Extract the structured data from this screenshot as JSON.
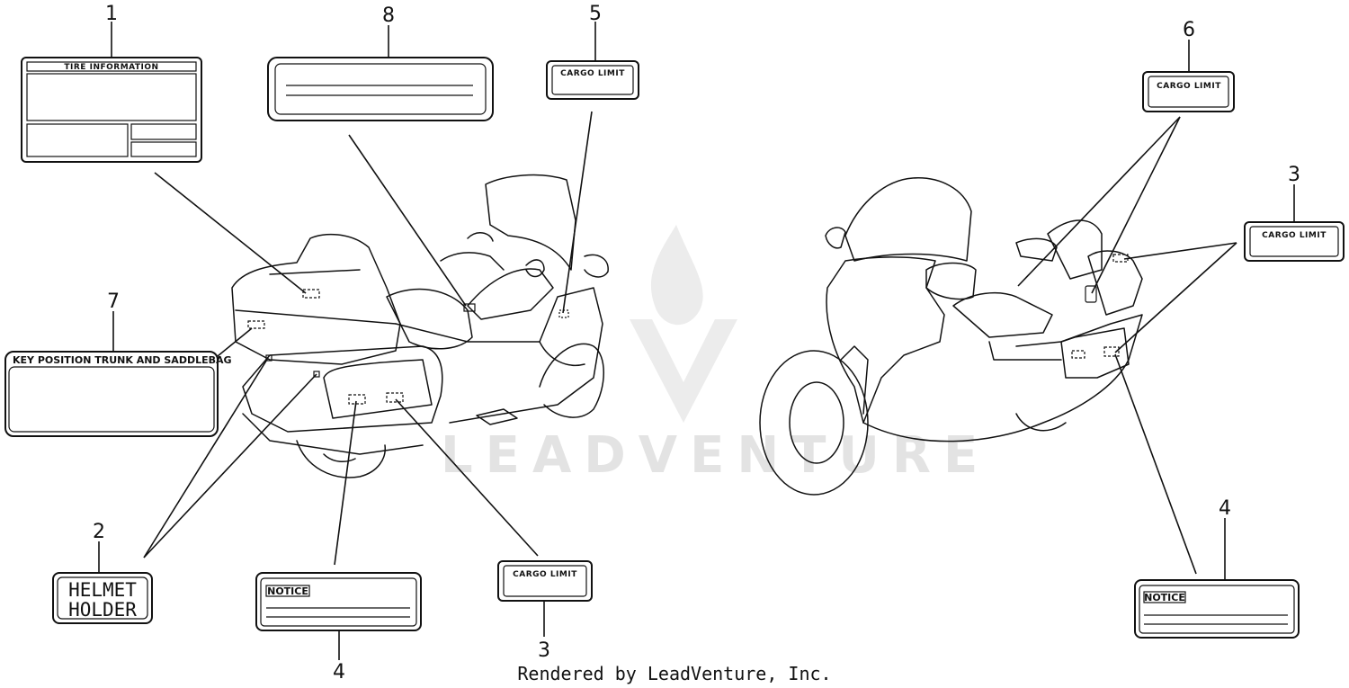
{
  "diagram": {
    "callout_numbers": {
      "c1": "1",
      "c8": "8",
      "c5": "5",
      "c6": "6",
      "c3_right": "3",
      "c7": "7",
      "c2": "2",
      "c4_left": "4",
      "c3_bottom": "3",
      "c4_right": "4"
    },
    "labels": {
      "tire_information": "TIRE INFORMATION",
      "cargo_limit": "CARGO LIMIT",
      "key_position": "KEY POSITION TRUNK AND SADDLEBAG",
      "helmet_line1": "HELMET",
      "helmet_line2": "HOLDER",
      "notice": "NOTICE"
    },
    "watermark": "LEADVENTURE",
    "footer": "Rendered by LeadVenture, Inc."
  },
  "colors": {
    "ink": "#111111",
    "watermark": "#e3e3e3",
    "background": "#ffffff"
  },
  "icons": [
    "leadventure-watermark-logo"
  ]
}
